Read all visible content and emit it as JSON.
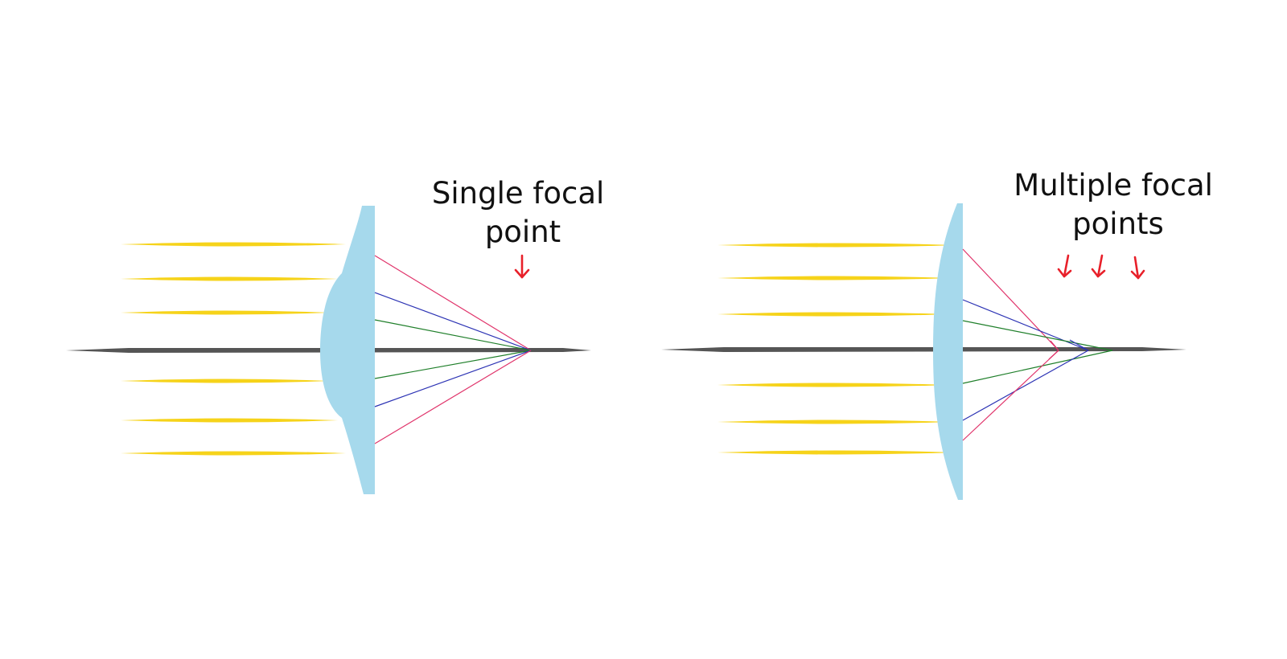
{
  "left_panel": {
    "caption_lines": [
      "Single focal",
      "point"
    ],
    "arrow_count": 1
  },
  "right_panel": {
    "caption_lines": [
      "Multiple focal",
      "points"
    ],
    "arrow_count": 3
  },
  "colors": {
    "background": "#ffffff",
    "light_beam": "#f6d31a",
    "optical_axis": "#555555",
    "lens": "#a6d9ec",
    "ray_outer": "#e0336a",
    "ray_middle": "#2c33b4",
    "ray_inner": "#1f7f2a",
    "arrow": "#e8202a"
  }
}
